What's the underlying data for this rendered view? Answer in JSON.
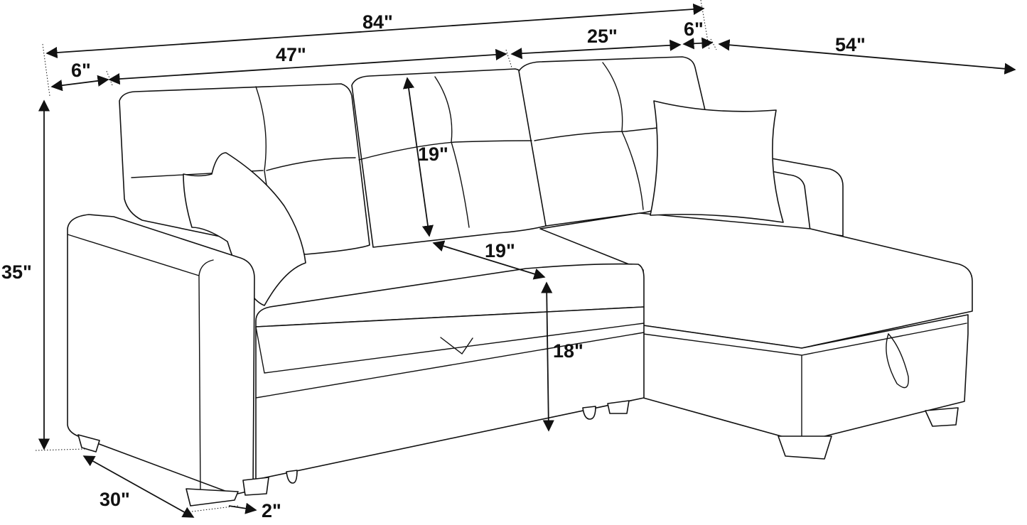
{
  "diagram": {
    "subject": "sectional-sofa",
    "dimensions": {
      "total_width": "84\"",
      "sofa_width": "47\"",
      "chaise_width": "25\"",
      "chaise_arm": "6\"",
      "chaise_length": "54\"",
      "left_arm": "6\"",
      "height": "35\"",
      "back_height": "19\"",
      "seat_depth": "19\"",
      "seat_height": "18\"",
      "depth": "30\"",
      "leg": "2\""
    },
    "colors": {
      "line": "#111111",
      "background": "#ffffff"
    }
  }
}
